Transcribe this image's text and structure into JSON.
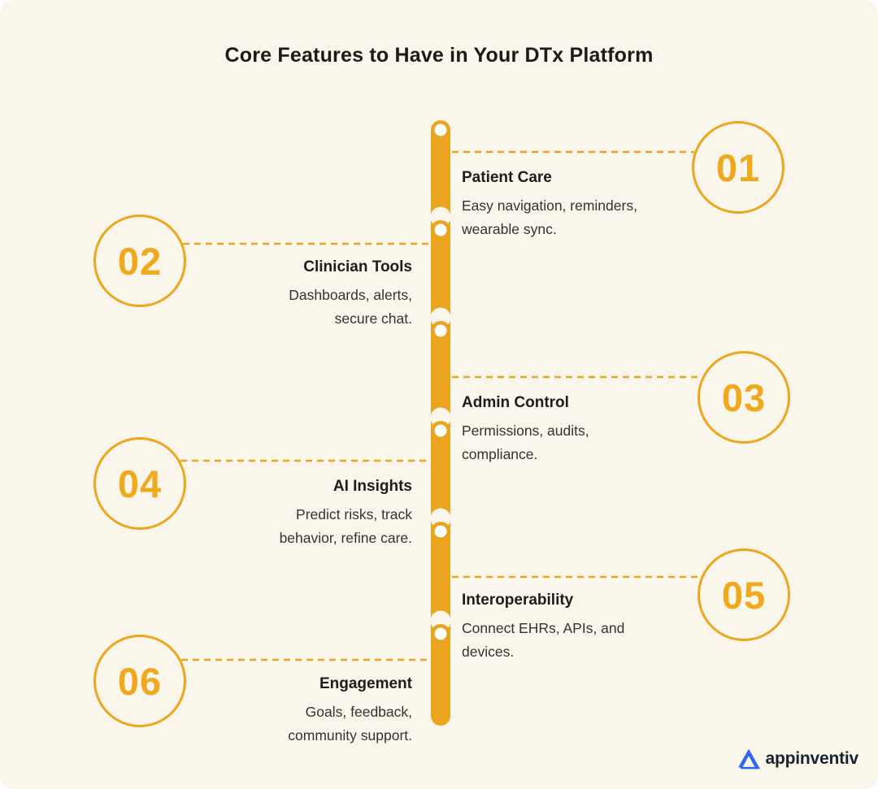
{
  "page": {
    "title": "Core Features to Have in Your DTx Platform",
    "background_color": "#FAF6EC",
    "accent_color": "#EAA41E",
    "number_color": "#F0A91C",
    "heading_color": "#1d1d1d",
    "body_color": "#333333"
  },
  "items": [
    {
      "number": "01",
      "title": "Patient Care",
      "description": "Easy navigation, reminders, wearable sync.",
      "desc_lines": [
        "Easy navigation, reminders,",
        "wearable sync."
      ],
      "side": "right"
    },
    {
      "number": "02",
      "title": "Clinician Tools",
      "description": "Dashboards, alerts, secure chat.",
      "desc_lines": [
        "Dashboards, alerts,",
        "secure chat."
      ],
      "side": "left"
    },
    {
      "number": "03",
      "title": "Admin Control",
      "description": "Permissions, audits, compliance.",
      "desc_lines": [
        "Permissions, audits,",
        "compliance."
      ],
      "side": "right"
    },
    {
      "number": "04",
      "title": "AI Insights",
      "description": "Predict risks, track behavior, refine care.",
      "desc_lines": [
        "Predict risks, track",
        "behavior, refine care."
      ],
      "side": "left"
    },
    {
      "number": "05",
      "title": "Interoperability",
      "description": "Connect EHRs, APIs, and devices.",
      "desc_lines": [
        "Connect EHRs, APIs, and",
        "devices."
      ],
      "side": "right"
    },
    {
      "number": "06",
      "title": "Engagement",
      "description": "Goals, feedback, community support.",
      "desc_lines": [
        "Goals, feedback,",
        "community support."
      ],
      "side": "left"
    }
  ],
  "brand": {
    "name": "appinventiv",
    "logo_color": "#2D68F0",
    "text_color": "#1A2130"
  }
}
